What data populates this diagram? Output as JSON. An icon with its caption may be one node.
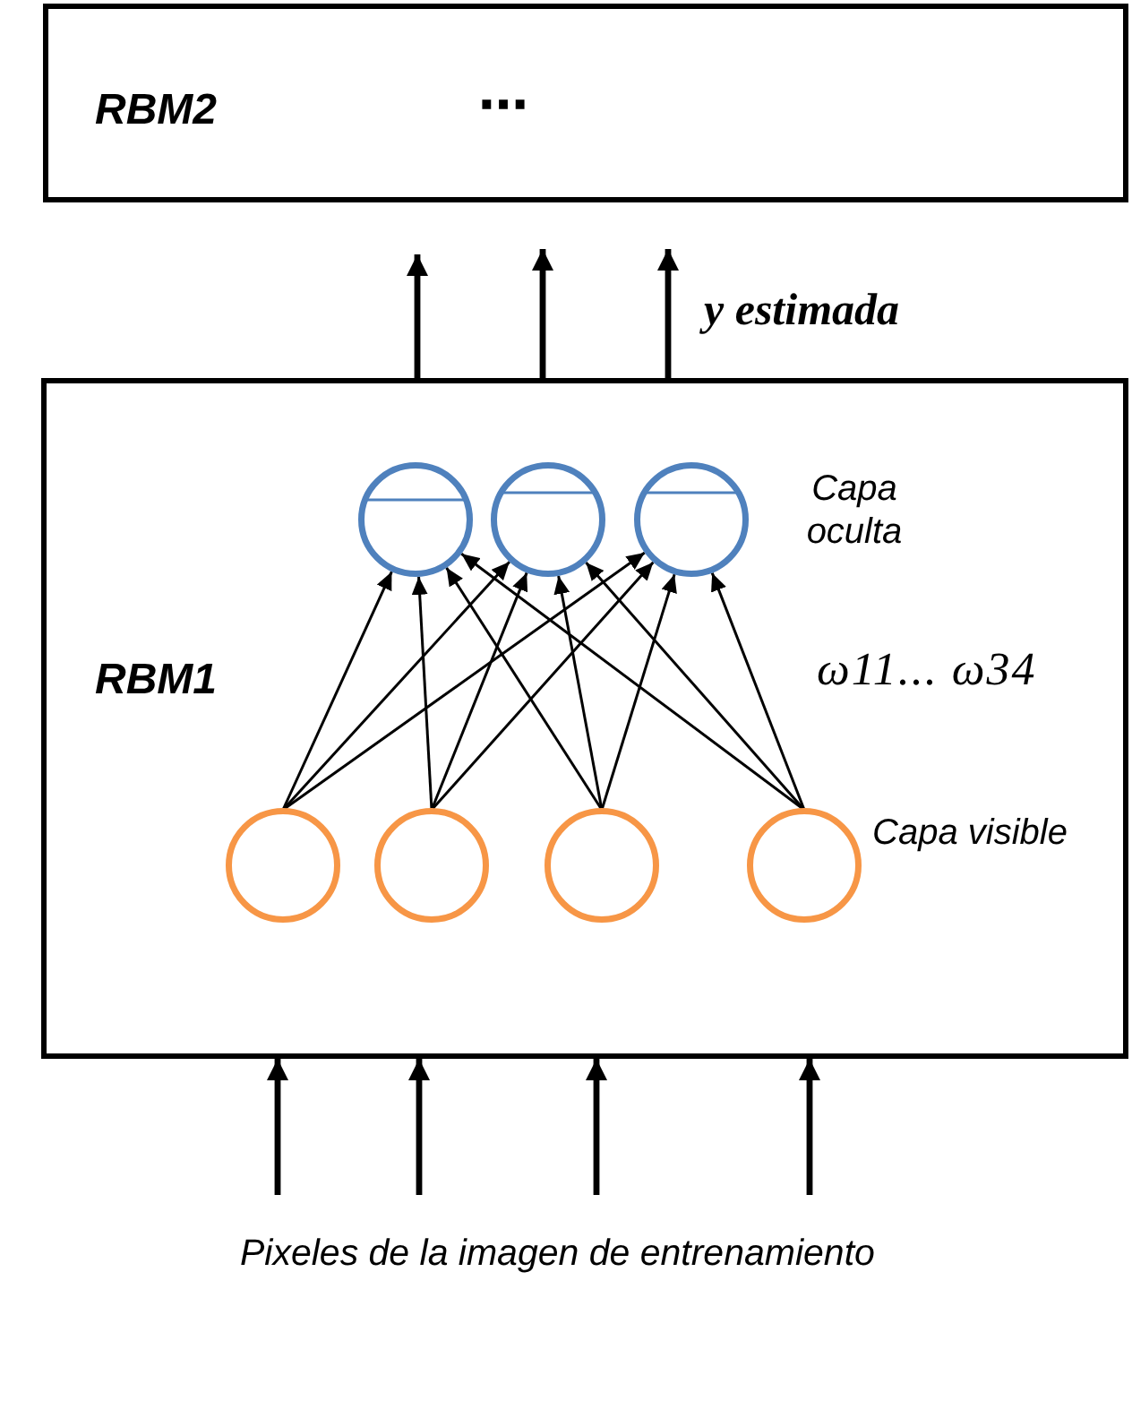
{
  "diagram": {
    "nodes": [
      {
        "text": [
          "RBM2",
          "⋯"
        ]
      },
      {
        "text": [
          "RBM1"
        ]
      },
      {
        "text": [],
        "shape": "circle",
        "in": 1
      },
      {
        "text": [],
        "shape": "circle",
        "in": 1
      },
      {
        "text": [],
        "shape": "circle",
        "in": 1
      },
      {
        "text": [],
        "shape": "circle",
        "in": 1
      },
      {
        "text": [],
        "shape": "circle",
        "in": 1
      },
      {
        "text": [],
        "shape": "circle",
        "in": 1
      },
      {
        "text": [],
        "shape": "circle",
        "in": 1
      }
    ],
    "edges": [
      {
        "from": 1,
        "to": 0,
        "arrow": "to",
        "style": "thick"
      },
      {
        "from": 1,
        "to": 0,
        "arrow": "to",
        "style": "thick"
      },
      {
        "from": 1,
        "to": 0,
        "arrow": "to",
        "style": "thick"
      },
      {
        "from": 5,
        "to": 2,
        "arrow": "to"
      },
      {
        "from": 5,
        "to": 3,
        "arrow": "to"
      },
      {
        "from": 5,
        "to": 4,
        "arrow": "to"
      },
      {
        "from": 6,
        "to": 2,
        "arrow": "to"
      },
      {
        "from": 6,
        "to": 3,
        "arrow": "to"
      },
      {
        "from": 6,
        "to": 4,
        "arrow": "to"
      },
      {
        "from": 7,
        "to": 2,
        "arrow": "to"
      },
      {
        "from": 7,
        "to": 3,
        "arrow": "to"
      },
      {
        "from": 7,
        "to": 4,
        "arrow": "to"
      },
      {
        "from": 8,
        "to": 2,
        "arrow": "to"
      },
      {
        "from": 8,
        "to": 3,
        "arrow": "to"
      },
      {
        "from": 8,
        "to": 4,
        "arrow": "to"
      },
      {
        "from": null,
        "to": 1,
        "arrow": "to",
        "style": "thick"
      },
      {
        "from": null,
        "to": 1,
        "arrow": "to",
        "style": "thick"
      },
      {
        "from": null,
        "to": 1,
        "arrow": "to",
        "style": "thick"
      },
      {
        "from": null,
        "to": 1,
        "arrow": "to",
        "style": "thick"
      }
    ],
    "labels": [
      "y estimada",
      "Capa oculta",
      "ω11... ω34",
      "Capa visible",
      "Pixeles de la imagen de entrenamiento"
    ]
  }
}
